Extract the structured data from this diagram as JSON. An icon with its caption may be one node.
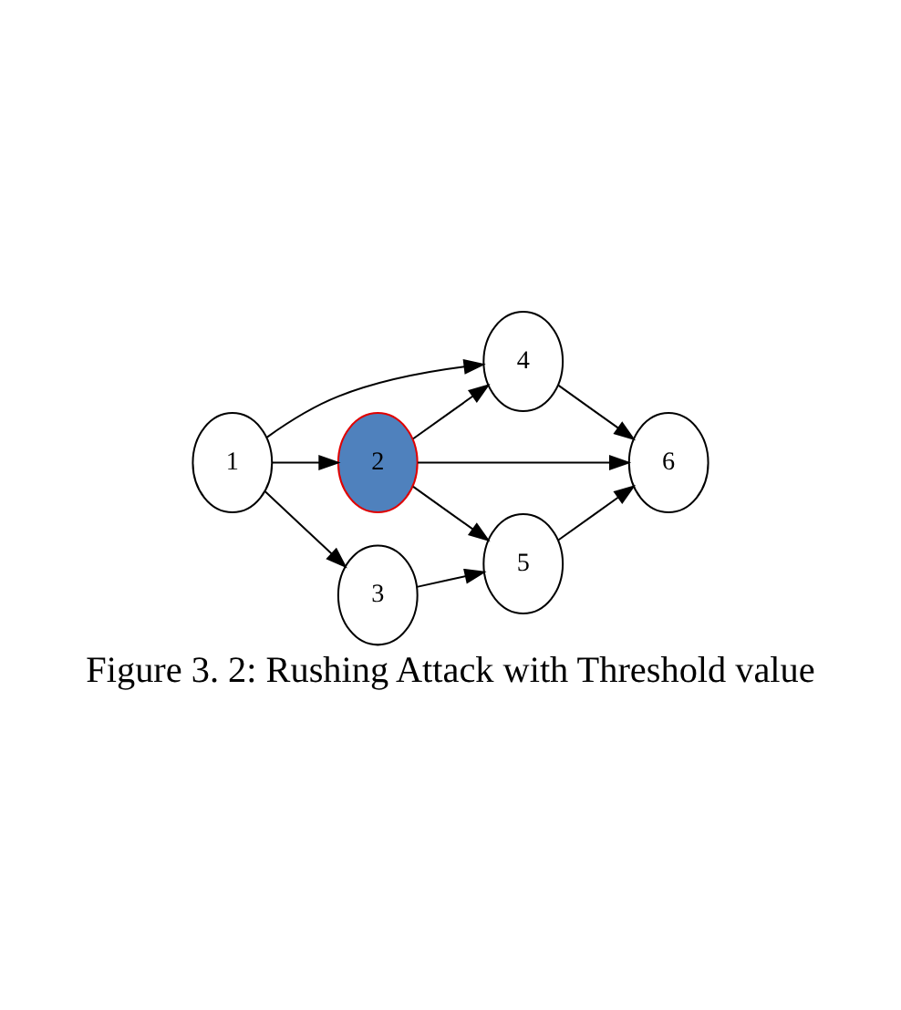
{
  "diagram": {
    "caption": "Figure 3. 2: Rushing Attack with Threshold value",
    "nodes": [
      {
        "text": [
          "1"
        ]
      },
      {
        "text": [
          "2"
        ]
      },
      {
        "text": [
          "3"
        ]
      },
      {
        "text": [
          "4"
        ]
      },
      {
        "text": [
          "5"
        ]
      },
      {
        "text": [
          "6"
        ]
      }
    ],
    "edges": [
      {
        "from": 0,
        "to": 3,
        "arrow": "to"
      },
      {
        "from": 0,
        "to": 1,
        "arrow": "to"
      },
      {
        "from": 0,
        "to": 2,
        "arrow": "to"
      },
      {
        "from": 1,
        "to": 3,
        "arrow": "to"
      },
      {
        "from": 1,
        "to": 5,
        "arrow": "to"
      },
      {
        "from": 1,
        "to": 4,
        "arrow": "to"
      },
      {
        "from": 3,
        "to": 5,
        "arrow": "to"
      },
      {
        "from": 2,
        "to": 4,
        "arrow": "to"
      },
      {
        "from": 4,
        "to": 5,
        "arrow": "to"
      }
    ]
  }
}
